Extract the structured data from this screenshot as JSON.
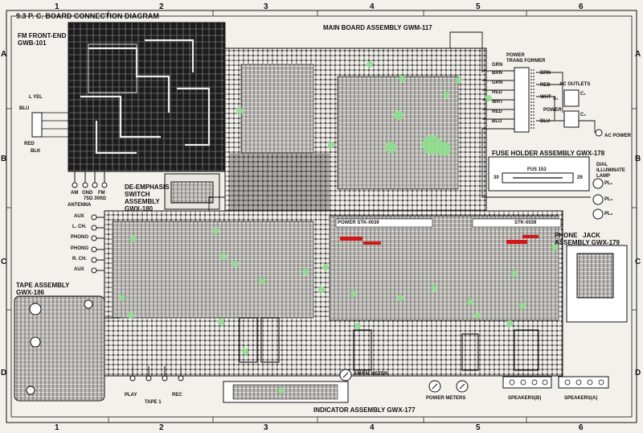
{
  "title": "9.3  P. C. BOARD CONNECTION DIAGRAM",
  "grid": {
    "columns": [
      "1",
      "2",
      "3",
      "4",
      "5",
      "6"
    ],
    "rows": [
      "A",
      "B",
      "C",
      "D"
    ]
  },
  "assemblies": {
    "fm_front_end": "FM FRONT-END\nGWB-101",
    "main_board": "MAIN BOARD ASSEMBLY GWM-117",
    "de_emphasis": "DE-EMPHASIS\nSWITCH\nASSEMBLY\nGWX-180",
    "fuse_holder": "FUSE HOLDER ASSEMBLY GWX-178",
    "phone_jack": "PHONE   JACK\nASSEMBLY GWX-179",
    "tape": "TAPE ASSEMBLY\nGWX-186",
    "indicator": "INDICATOR ASSEMBLY GWX-177"
  },
  "labels": {
    "power_transformer": "POWER\nTRANS FORMER",
    "ac_outlets": "AC OUTLETS",
    "power_switch": "POWER",
    "ac_power": "AC POWER",
    "dial_lamp": "DIAL\nILLUMINATE\nLAMP",
    "antenna": "ANTENNA",
    "ant_am": "AM",
    "ant_gnd": "GND",
    "ant_fm": "FM",
    "ant_ohm": "75Ω  300Ω",
    "aux_top": "AUX",
    "lch": "L. CH.",
    "phono_top": "PHONO",
    "phono_bot": "PHONO",
    "rch": "R. CH.",
    "aux_bot": "AUX",
    "play": "PLAY",
    "rec": "REC",
    "tape1": "TAPE 1",
    "am_fm_meter": "AM/FM METER",
    "power_meters": "POWER METERS",
    "speakers_b": "SPEAKERS(B)",
    "speakers_a": "SPEAKERS(A)",
    "pl1": "PL₁",
    "pl2": "PL₂",
    "pl3": "PL₃",
    "power_amp_l": "POWER   STK-0039",
    "power_amp_r": "STK-0039",
    "fuse_30": "30",
    "fuse_29": "29",
    "fuse_code": "FUS 153",
    "c1": "C₁",
    "c2": "C₂",
    "s1": "S₁"
  },
  "wire_colors": {
    "left_transformer": [
      "L YEL",
      "BLU",
      "RED",
      "BLK"
    ],
    "power_transformer": [
      "GRN",
      "BRN",
      "GRN",
      "RED",
      "WHT",
      "RED",
      "BLU"
    ],
    "power_transformer_right": [
      "BRN",
      "RED",
      "WHT",
      "BLU"
    ]
  },
  "colors": {
    "paper": "#f3f1ec",
    "ink": "#111111",
    "board": "#1c1c1c",
    "highlight": "#8fe08f",
    "red_mark": "#d01818"
  }
}
